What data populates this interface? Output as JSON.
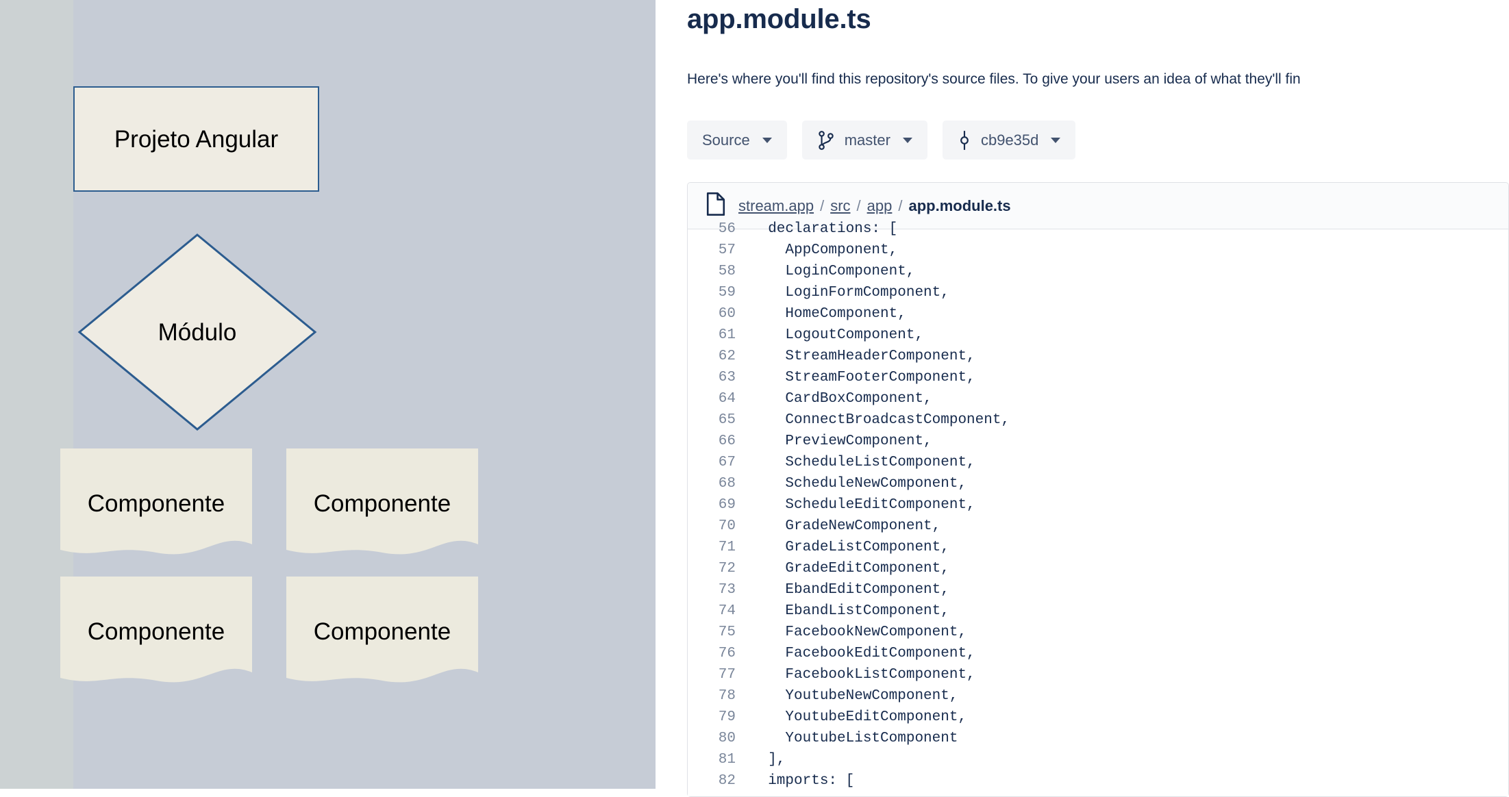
{
  "diagram": {
    "background_color": "#c6ccd6",
    "outer_background_color": "#ccd2d3",
    "shape_fill": "#efece3",
    "shape_stroke": "#2c5c8f",
    "nodes": {
      "project": "Projeto Angular",
      "module": "Módulo",
      "components": [
        "Componente",
        "Componente",
        "Componente",
        "Componente"
      ]
    }
  },
  "page": {
    "title": "app.module.ts",
    "description": "Here's where you'll find this repository's source files. To give your users an idea of what they'll fin"
  },
  "toolbar": {
    "source_label": "Source",
    "branch_label": "master",
    "commit_label": "cb9e35d",
    "branch_icon": "branch-icon",
    "commit_icon": "commit-icon",
    "chevron_icon": "chevron-down-icon"
  },
  "breadcrumb": {
    "file_icon": "file-icon",
    "parts": [
      "stream.app",
      "src",
      "app",
      "app.module.ts"
    ],
    "separator": "/"
  },
  "code": {
    "language": "typescript",
    "lines": [
      {
        "n": "56",
        "text": "  declarations: [",
        "partial": true
      },
      {
        "n": "57",
        "text": "    AppComponent,"
      },
      {
        "n": "58",
        "text": "    LoginComponent,"
      },
      {
        "n": "59",
        "text": "    LoginFormComponent,"
      },
      {
        "n": "60",
        "text": "    HomeComponent,"
      },
      {
        "n": "61",
        "text": "    LogoutComponent,"
      },
      {
        "n": "62",
        "text": "    StreamHeaderComponent,"
      },
      {
        "n": "63",
        "text": "    StreamFooterComponent,"
      },
      {
        "n": "64",
        "text": "    CardBoxComponent,"
      },
      {
        "n": "65",
        "text": "    ConnectBroadcastComponent,"
      },
      {
        "n": "66",
        "text": "    PreviewComponent,"
      },
      {
        "n": "67",
        "text": "    ScheduleListComponent,"
      },
      {
        "n": "68",
        "text": "    ScheduleNewComponent,"
      },
      {
        "n": "69",
        "text": "    ScheduleEditComponent,"
      },
      {
        "n": "70",
        "text": "    GradeNewComponent,"
      },
      {
        "n": "71",
        "text": "    GradeListComponent,"
      },
      {
        "n": "72",
        "text": "    GradeEditComponent,"
      },
      {
        "n": "73",
        "text": "    EbandEditComponent,"
      },
      {
        "n": "74",
        "text": "    EbandListComponent,"
      },
      {
        "n": "75",
        "text": "    FacebookNewComponent,"
      },
      {
        "n": "76",
        "text": "    FacebookEditComponent,"
      },
      {
        "n": "77",
        "text": "    FacebookListComponent,"
      },
      {
        "n": "78",
        "text": "    YoutubeNewComponent,"
      },
      {
        "n": "79",
        "text": "    YoutubeEditComponent,"
      },
      {
        "n": "80",
        "text": "    YoutubeListComponent"
      },
      {
        "n": "81",
        "text": "  ],"
      },
      {
        "n": "82",
        "text": "  imports: [",
        "partial": true
      }
    ]
  }
}
